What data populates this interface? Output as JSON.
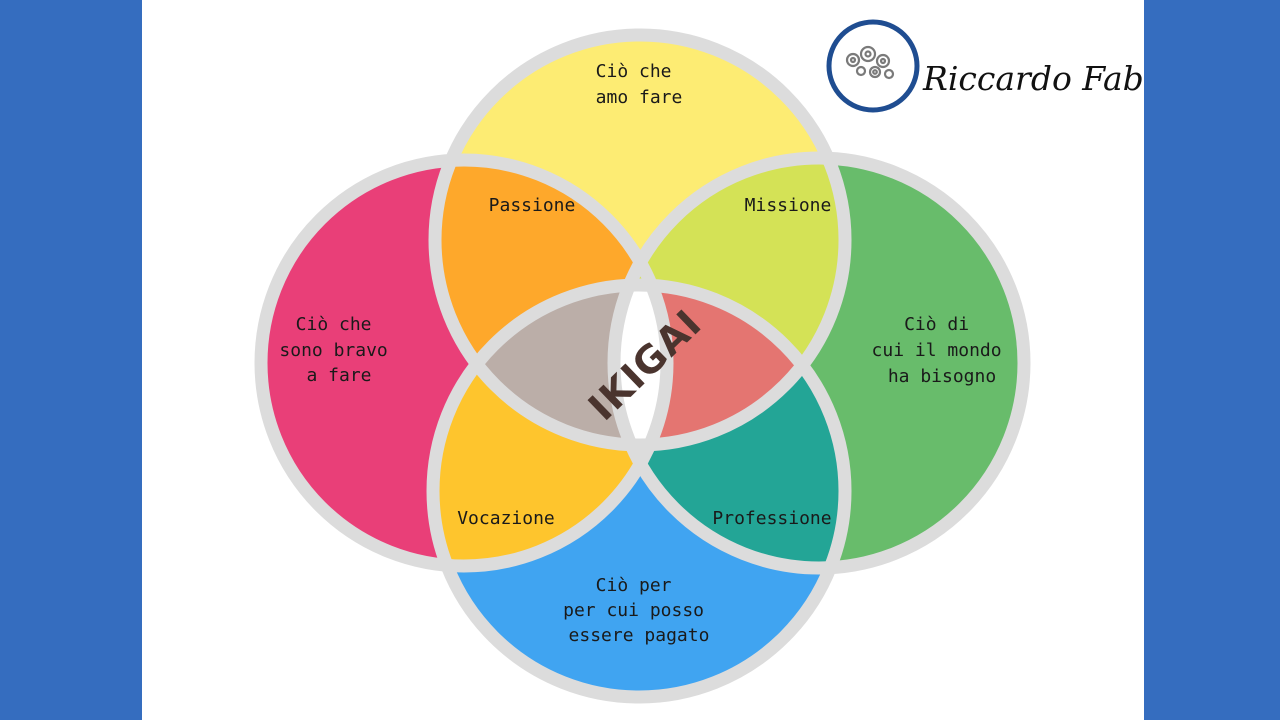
{
  "center_label": "IKIGAI",
  "circles": {
    "love": {
      "lines": [
        "Ciò che",
        "amo fare"
      ],
      "color": "#fdec73"
    },
    "good_at": {
      "lines": [
        "Ciò che",
        "sono bravo",
        "a fare"
      ],
      "color": "#e93f78"
    },
    "world_needs": {
      "lines": [
        "Ciò di",
        "cui il mondo",
        "ha bisogno"
      ],
      "color": "#68bc6b"
    },
    "paid_for": {
      "lines": [
        "Ciò per",
        "per cui posso",
        "essere pagato"
      ],
      "color": "#40a4f1"
    }
  },
  "overlaps": {
    "passion": {
      "label": "Passione",
      "color": "#fea82b"
    },
    "mission": {
      "label": "Missione",
      "color": "#d4e256"
    },
    "vocation": {
      "label": "Vocazione",
      "color": "#fec52d"
    },
    "profession": {
      "label": "Professione",
      "color": "#23a596"
    },
    "left_lens_color": "#bbaea8",
    "right_lens_color": "#e47571",
    "top_gap_color": "#eef3c3",
    "bottom_gap_color": "#b0e6ea"
  },
  "brand": {
    "name": "Riccardo Fabbri",
    "ring_color": "#1f4d91",
    "gear_icon": "gears-icon"
  },
  "colors": {
    "frame": "#356dbf",
    "outline": "#dcdcdc"
  }
}
